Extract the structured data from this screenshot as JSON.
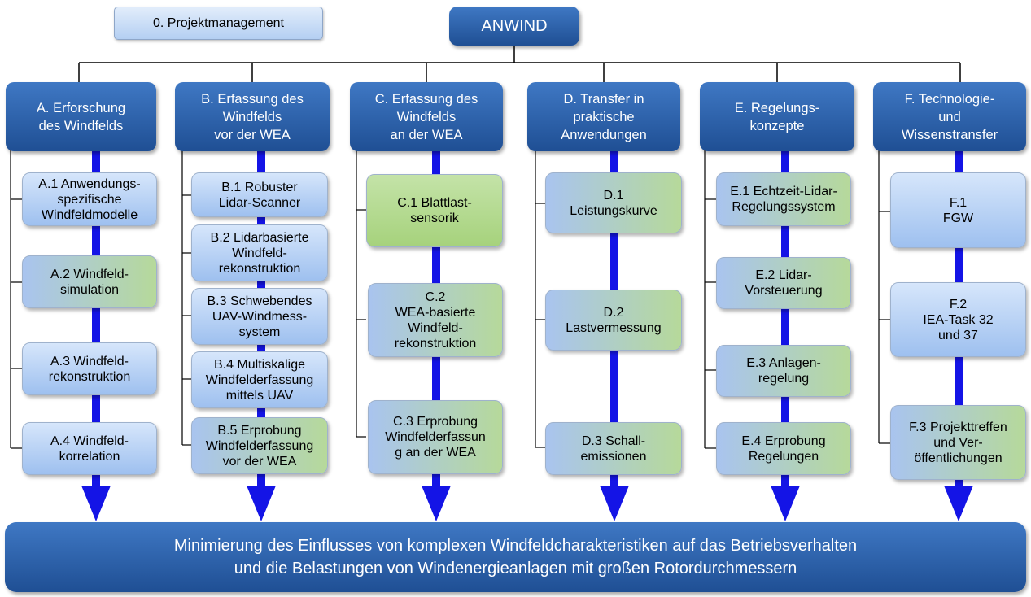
{
  "top": {
    "title": "ANWIND",
    "pm": "0. Projektmanagement"
  },
  "columns": [
    {
      "head": "A. Erforschung\ndes Windfelds",
      "items": [
        "A.1 Anwendungs-\nspezifische\nWindfeldmodelle",
        "A.2 Windfeld-\nsimulation",
        "A.3 Windfeld-\nrekonstruktion",
        "A.4 Windfeld-\nkorrelation"
      ]
    },
    {
      "head": "B. Erfassung des\nWindfelds\nvor der WEA",
      "items": [
        "B.1 Robuster\nLidar-Scanner",
        "B.2 Lidarbasierte\nWindfeld-\nrekonstruktion",
        "B.3 Schwebendes\nUAV-Windmess-\nsystem",
        "B.4 Multiskalige\nWindfelderfassung\nmittels UAV",
        "B.5 Erprobung\nWindfelderfassung\nvor der WEA"
      ]
    },
    {
      "head": "C. Erfassung des\nWindfelds\nan der WEA",
      "items": [
        "C.1 Blattlast-\nsensorik",
        "C.2\nWEA-basierte\nWindfeld-\nrekonstruktion",
        "C.3 Erprobung\nWindfelderfassun\ng an der WEA"
      ]
    },
    {
      "head": "D. Transfer in\npraktische\nAnwendungen",
      "items": [
        "D.1\nLeistungskurve",
        "D.2\nLastvermessung",
        "D.3 Schall-\nemissionen"
      ]
    },
    {
      "head": "E. Regelungs-\nkonzepte",
      "items": [
        "E.1 Echtzeit-Lidar-\nRegelungssystem",
        "E.2 Lidar-\nVorsteuerung",
        "E.3 Anlagen-\nregelung",
        "E.4 Erprobung\nRegelungen"
      ]
    },
    {
      "head": "F. Technologie-\nund\nWissenstransfer",
      "items": [
        "F.1\nFGW",
        "F.2\nIEA-Task 32\nund 37",
        "F.3 Projekttreffen\nund Ver-\nöffentlichungen"
      ]
    }
  ],
  "bottom": "Minimierung des Einflusses von komplexen Windfeldcharakteristiken auf das Betriebsverhalten\nund die Belastungen von Windenergieanlagen mit großen Rotordurchmessern",
  "colors": {
    "head_blue": "#2a5ea8",
    "arrow_blue": "#1414e6",
    "item_blue": "#aecbf3",
    "item_green": "#b4d896",
    "line": "#000000"
  }
}
